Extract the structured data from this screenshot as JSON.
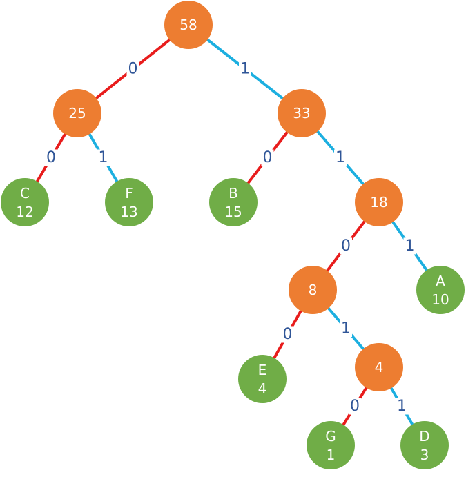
{
  "colors": {
    "internal_node": "#ed7d31",
    "leaf_node": "#70ad47",
    "edge_zero": "#e81c1c",
    "edge_one": "#1cafe0",
    "edge_label": "#2f5597",
    "node_text": "#ffffff"
  },
  "tree": {
    "nodes": [
      {
        "id": "n58",
        "kind": "internal",
        "value": "58"
      },
      {
        "id": "n25",
        "kind": "internal",
        "value": "25"
      },
      {
        "id": "n33",
        "kind": "internal",
        "value": "33"
      },
      {
        "id": "nC",
        "kind": "leaf",
        "symbol": "C",
        "value": "12"
      },
      {
        "id": "nF",
        "kind": "leaf",
        "symbol": "F",
        "value": "13"
      },
      {
        "id": "nB",
        "kind": "leaf",
        "symbol": "B",
        "value": "15"
      },
      {
        "id": "n18",
        "kind": "internal",
        "value": "18"
      },
      {
        "id": "n8",
        "kind": "internal",
        "value": "8"
      },
      {
        "id": "nA",
        "kind": "leaf",
        "symbol": "A",
        "value": "10"
      },
      {
        "id": "nE",
        "kind": "leaf",
        "symbol": "E",
        "value": "4"
      },
      {
        "id": "n4",
        "kind": "internal",
        "value": "4"
      },
      {
        "id": "nG",
        "kind": "leaf",
        "symbol": "G",
        "value": "1"
      },
      {
        "id": "nD",
        "kind": "leaf",
        "symbol": "D",
        "value": "3"
      }
    ],
    "edges": [
      {
        "from": "n58",
        "to": "n25",
        "bit": "0"
      },
      {
        "from": "n58",
        "to": "n33",
        "bit": "1"
      },
      {
        "from": "n25",
        "to": "nC",
        "bit": "0"
      },
      {
        "from": "n25",
        "to": "nF",
        "bit": "1"
      },
      {
        "from": "n33",
        "to": "nB",
        "bit": "0"
      },
      {
        "from": "n33",
        "to": "n18",
        "bit": "1"
      },
      {
        "from": "n18",
        "to": "n8",
        "bit": "0"
      },
      {
        "from": "n18",
        "to": "nA",
        "bit": "1"
      },
      {
        "from": "n8",
        "to": "nE",
        "bit": "0"
      },
      {
        "from": "n8",
        "to": "n4",
        "bit": "1"
      },
      {
        "from": "n4",
        "to": "nG",
        "bit": "0"
      },
      {
        "from": "n4",
        "to": "nD",
        "bit": "1"
      }
    ]
  }
}
